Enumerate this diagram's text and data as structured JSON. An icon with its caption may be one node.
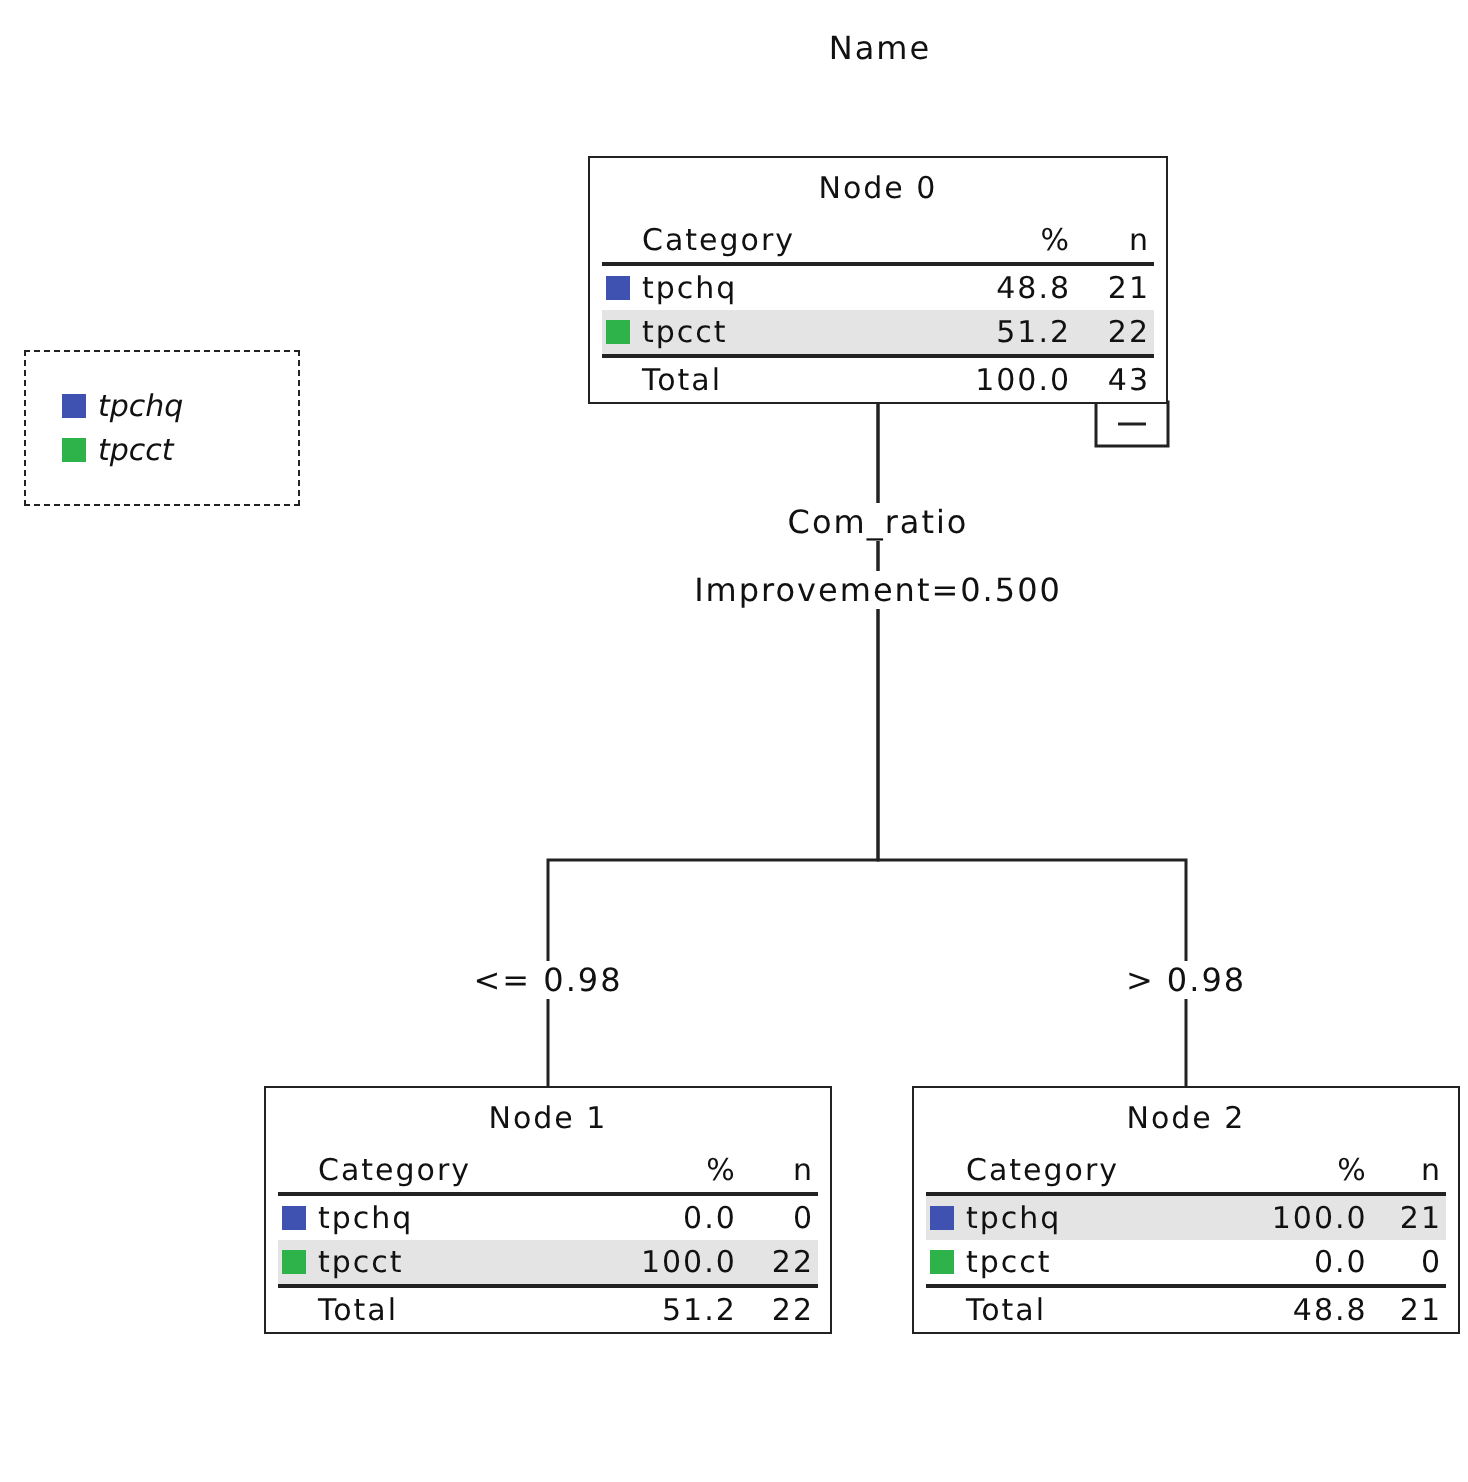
{
  "diagram": {
    "title": "Name",
    "nodes": [
      {
        "text": [
          "Node 0",
          "Category",
          "%",
          "n",
          "tpchq",
          "48.8",
          "21",
          "tpcct",
          "51.2",
          "22",
          "Total",
          "100.0",
          "43"
        ],
        "beside": [
          "Com_ratio",
          "Improvement=0.500"
        ]
      },
      {
        "text": [
          "Node 1",
          "Category",
          "%",
          "n",
          "tpchq",
          "0.0",
          "0",
          "tpcct",
          "100.0",
          "22",
          "Total",
          "51.2",
          "22"
        ]
      },
      {
        "text": [
          "Node 2",
          "Category",
          "%",
          "n",
          "tpchq",
          "100.0",
          "21",
          "tpcct",
          "0.0",
          "0",
          "Total",
          "48.8",
          "21"
        ]
      }
    ],
    "edges": [
      {
        "from": 0,
        "to": 1,
        "arrow": "none",
        "label": "<= 0.98"
      },
      {
        "from": 0,
        "to": 2,
        "arrow": "none",
        "label": "> 0.98"
      }
    ],
    "legend": [
      {
        "text": "tpchq",
        "color": "#3f51b1"
      },
      {
        "text": "tpcct",
        "color": "#2eb24a"
      }
    ]
  }
}
